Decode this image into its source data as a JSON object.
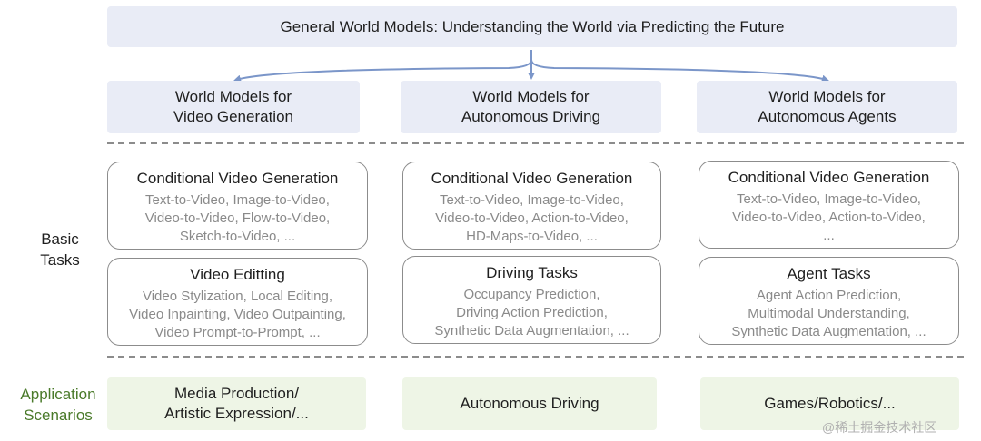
{
  "title": "General World Models: Understanding the World via Predicting the Future",
  "categories": [
    "World Models for\nVideo Generation",
    "World Models for\nAutonomous Driving",
    "World Models for\nAutonomous Agents"
  ],
  "side_labels": {
    "basic": "Basic\nTasks",
    "application": "Application\nScenarios"
  },
  "tasks": {
    "video_generation": [
      {
        "title": "Conditional Video Generation",
        "items": "Text-to-Video, Image-to-Video,\nVideo-to-Video, Flow-to-Video,\nSketch-to-Video, ..."
      },
      {
        "title": "Video Editting",
        "items": "Video Stylization, Local Editing,\nVideo Inpainting, Video Outpainting,\nVideo Prompt-to-Prompt, ..."
      }
    ],
    "autonomous_driving": [
      {
        "title": "Conditional Video Generation",
        "items": "Text-to-Video, Image-to-Video,\nVideo-to-Video, Action-to-Video,\nHD-Maps-to-Video, ..."
      },
      {
        "title": "Driving Tasks",
        "items": "Occupancy Prediction,\nDriving Action Prediction,\nSynthetic Data Augmentation, ..."
      }
    ],
    "autonomous_agents": [
      {
        "title": "Conditional Video Generation",
        "items": "Text-to-Video, Image-to-Video,\nVideo-to-Video, Action-to-Video,\n..."
      },
      {
        "title": "Agent Tasks",
        "items": "Agent Action Prediction,\nMultimodal Understanding,\nSynthetic Data Augmentation, ..."
      }
    ]
  },
  "applications": [
    "Media Production/\nArtistic Expression/...",
    "Autonomous Driving",
    "Games/Robotics/..."
  ],
  "watermark": "@稀土掘金技术社区",
  "colors": {
    "banner_fill": "#e9ecf6",
    "arrow": "#7b96c9",
    "application_fill": "#eef5e6",
    "application_label": "#4a7a2a",
    "task_body_text": "#8a8a8a"
  }
}
